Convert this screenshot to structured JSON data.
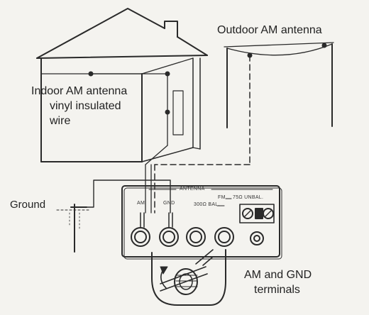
{
  "labels": {
    "outdoor": "Outdoor AM antenna",
    "indoor_line1": "Indoor AM antenna",
    "indoor_line2": "vinyl insulated",
    "indoor_line3": "wire",
    "ground": "Ground",
    "terminals_line1": "AM and GND",
    "terminals_line2": "terminals"
  },
  "panel": {
    "antenna": "ANTENNA",
    "am": "AM",
    "gnd": "GND",
    "bal300": "300Ω BAL.",
    "fm": "FM",
    "unbal75": "75Ω UNBAL."
  },
  "colors": {
    "ink": "#2a2a2a",
    "paper": "#f4f3ef"
  }
}
